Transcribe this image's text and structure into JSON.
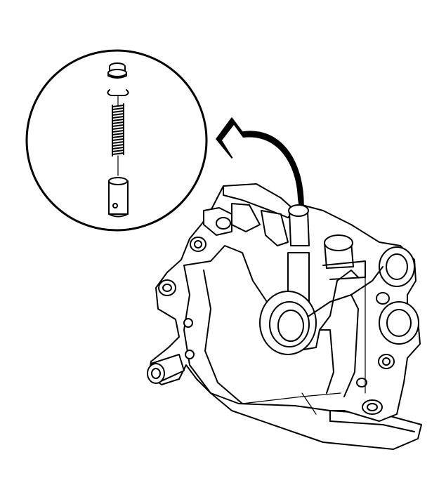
{
  "diagram": {
    "colors": {
      "ink": "#000000",
      "paper": "#ffffff"
    },
    "parts": [
      "relief-valve-plug",
      "retaining-ring",
      "valve-spring",
      "valve-plunger",
      "oil-pump-housing"
    ],
    "detail_view": "exploded-relief-valve-detail",
    "arrow": "removal-direction-arrow"
  }
}
